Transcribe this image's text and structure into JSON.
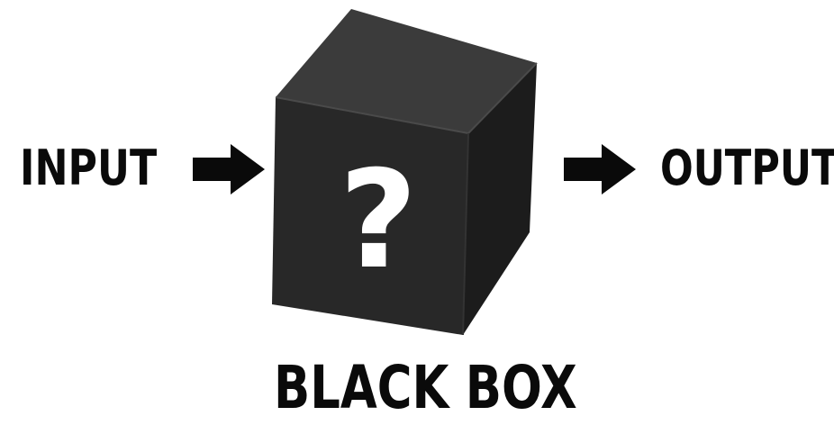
{
  "labels": {
    "input": "INPUT",
    "output": "OUTPUT",
    "title": "BLACK BOX",
    "question_mark": "?"
  },
  "icons": {
    "arrow_in": "right-arrow-icon",
    "arrow_out": "right-arrow-icon",
    "box": "black-box-cube"
  },
  "colors": {
    "text": "#0a0a0a",
    "box_front": "#262626",
    "box_top": "#3a3a3a",
    "box_side": "#1a1a1a",
    "question_mark": "#ffffff"
  }
}
